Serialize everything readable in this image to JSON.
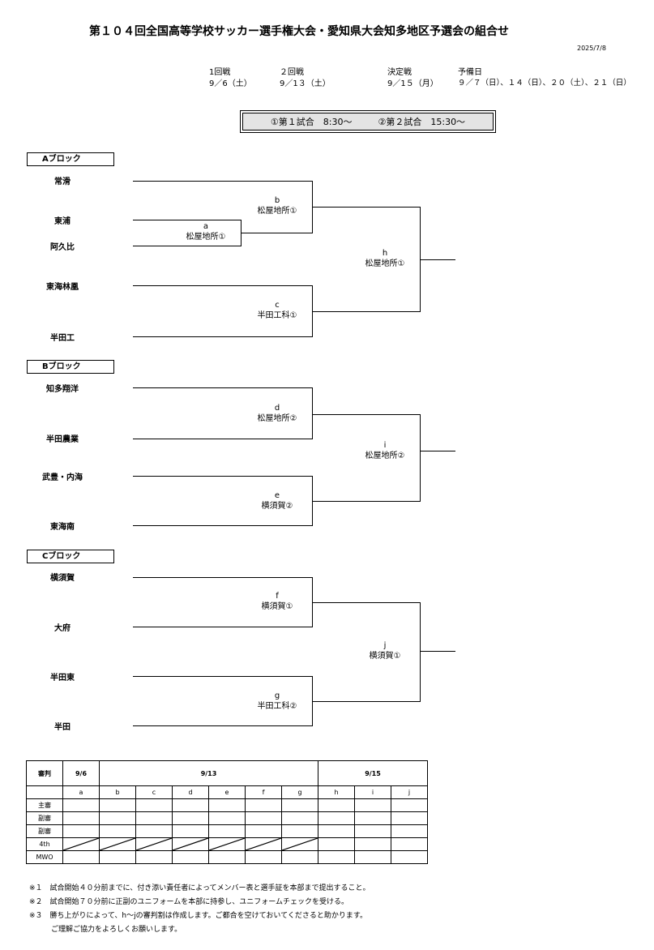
{
  "title": "第１０４回全国高等学校サッカー選手権大会・愛知県大会知多地区予選会の組合せ",
  "date": "2025/7/8",
  "schedule": [
    {
      "round": "1回戦",
      "date": "9／6（土）"
    },
    {
      "round": "２回戦",
      "date": "9／1３（土）"
    },
    {
      "round": "決定戦",
      "date": "9／1５（月）"
    },
    {
      "round": "予備日",
      "date": "９／７（日）、１４（日）、２０（土）、２１（日）"
    }
  ],
  "times": {
    "first": "①第１試合　8:30～",
    "second": "②第２試合　15:30～"
  },
  "blocks": [
    {
      "label": "Aブロック",
      "teams": [
        "常滑",
        "東浦",
        "阿久比",
        "東海林凰",
        "半田工"
      ]
    },
    {
      "label": "Bブロック",
      "teams": [
        "知多翔洋",
        "半田農業",
        "武豊・内海",
        "東海南"
      ]
    },
    {
      "label": "Cブロック",
      "teams": [
        "横須賀",
        "大府",
        "半田東",
        "半田"
      ]
    }
  ],
  "matches": {
    "a": {
      "id": "a",
      "venue": "松屋地所①"
    },
    "b": {
      "id": "b",
      "venue": "松屋地所①"
    },
    "c": {
      "id": "c",
      "venue": "半田工科①"
    },
    "h": {
      "id": "h",
      "venue": "松屋地所①"
    },
    "d": {
      "id": "d",
      "venue": "松屋地所②"
    },
    "e": {
      "id": "e",
      "venue": "横須賀②"
    },
    "i": {
      "id": "i",
      "venue": "松屋地所②"
    },
    "f": {
      "id": "f",
      "venue": "横須賀①"
    },
    "g": {
      "id": "g",
      "venue": "半田工科②"
    },
    "j": {
      "id": "j",
      "venue": "横須賀①"
    }
  },
  "referee_table": {
    "header": "審判",
    "dates": [
      "9/6",
      "9/13",
      "9/15"
    ],
    "columns": [
      "a",
      "b",
      "c",
      "d",
      "e",
      "f",
      "g",
      "h",
      "i",
      "j"
    ],
    "rows": [
      "主審",
      "副審",
      "副審",
      "4th",
      "MWO"
    ]
  },
  "notes": [
    "※１　試合開始４０分前までに、付き添い責任者によってメンバー表と選手証を本部まで提出すること。",
    "※２　試合開始７０分前に正副のユニフォームを本部に持参し、ユニフォームチェックを受ける。",
    "※３　勝ち上がりによって、h～jの審判割は作成します。ご都合を空けておいてくださると助かります。",
    "　　　ご理解ご協力をよろしくお願いします。"
  ]
}
